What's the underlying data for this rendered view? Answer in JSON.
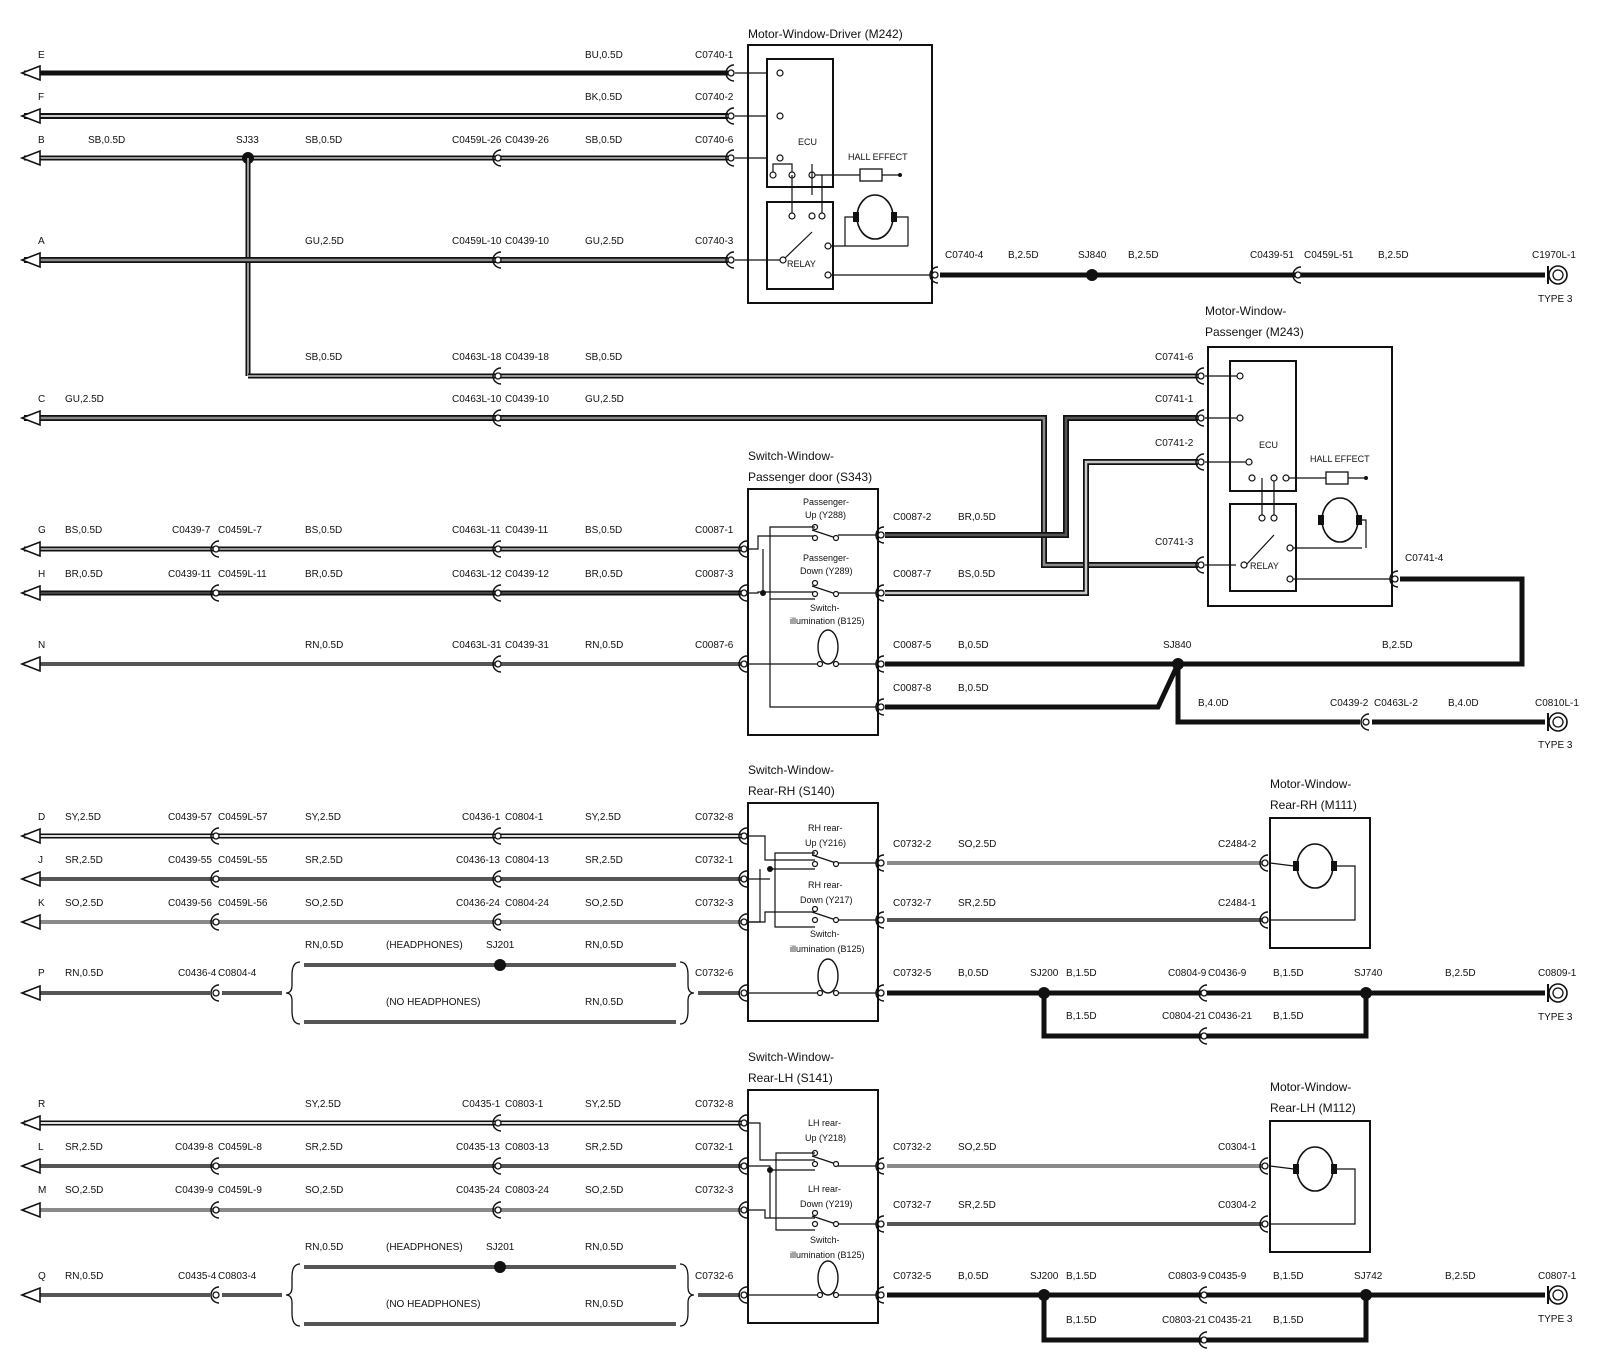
{
  "colors": {
    "black": "#111111",
    "dark_gray": "#555555",
    "mid_gray": "#8a8a8a",
    "light_gray": "#c8c8c8",
    "background": "#ffffff"
  },
  "components": {
    "m242": {
      "name": "Motor-Window-Driver (M242)",
      "ecu": "ECU",
      "relay": "RELAY",
      "hall": "HALL EFFECT"
    },
    "m243": {
      "name_line1": "Motor-Window-",
      "name_line2": "Passenger (M243)",
      "ecu": "ECU",
      "relay": "RELAY",
      "hall": "HALL EFFECT"
    },
    "s343": {
      "name_line1": "Switch-Window-",
      "name_line2": "Passenger door (S343)",
      "up1": "Passenger-",
      "up2": "Up (Y288)",
      "down1": "Passenger-",
      "down2": "Down (Y289)",
      "illum1": "Switch-",
      "illum2": "illumination (B125)"
    },
    "s140": {
      "name_line1": "Switch-Window-",
      "name_line2": "Rear-RH (S140)",
      "up1": "RH rear-",
      "up2": "Up (Y216)",
      "down1": "RH rear-",
      "down2": "Down (Y217)",
      "illum1": "Switch-",
      "illum2": "illumination (B125)"
    },
    "s141": {
      "name_line1": "Switch-Window-",
      "name_line2": "Rear-LH (S141)",
      "up1": "LH rear-",
      "up2": "Up (Y218)",
      "down1": "LH rear-",
      "down2": "Down (Y219)",
      "illum1": "Switch-",
      "illum2": "illumination (B125)"
    },
    "m111": {
      "name_line1": "Motor-Window-",
      "name_line2": "Rear-RH (M111)"
    },
    "m112": {
      "name_line1": "Motor-Window-",
      "name_line2": "Rear-LH (M112)"
    }
  },
  "labels": {
    "E": "E",
    "F": "F",
    "B": "B",
    "A": "A",
    "C": "C",
    "G": "G",
    "H": "H",
    "N": "N",
    "D": "D",
    "J": "J",
    "K": "K",
    "P": "P",
    "R": "R",
    "L": "L",
    "M": "M",
    "Q": "Q",
    "bu05": "BU,0.5D",
    "bk05": "BK,0.5D",
    "sb05": "SB,0.5D",
    "gu25": "GU,2.5D",
    "b25": "B,2.5D",
    "bs05": "BS,0.5D",
    "br05": "BR,0.5D",
    "rn05": "RN,0.5D",
    "b05": "B,0.5D",
    "b40": "B,4.0D",
    "sy25": "SY,2.5D",
    "sr25": "SR,2.5D",
    "so25": "SO,2.5D",
    "b15": "B,1.5D",
    "sj33": "SJ33",
    "sj840": "SJ840",
    "sj201": "SJ201",
    "sj200": "SJ200",
    "sj740": "SJ740",
    "sj742": "SJ742",
    "headphones": "(HEADPHONES)",
    "no_headphones": "(NO HEADPHONES)",
    "type3": "TYPE 3",
    "c0740_1": "C0740-1",
    "c0740_2": "C0740-2",
    "c0740_6": "C0740-6",
    "c0740_3": "C0740-3",
    "c0740_4": "C0740-4",
    "c0459l_26": "C0459L-26",
    "c0439_26": "C0439-26",
    "c0459l_10": "C0459L-10",
    "c0439_10": "C0439-10",
    "c0439_51": "C0439-51",
    "c0459l_51": "C0459L-51",
    "c1970l_1": "C1970L-1",
    "c0463l_18": "C0463L-18",
    "c0439_18": "C0439-18",
    "c0463l_10": "C0463L-10",
    "c0741_6": "C0741-6",
    "c0741_1": "C0741-1",
    "c0741_2": "C0741-2",
    "c0741_3": "C0741-3",
    "c0741_4": "C0741-4",
    "c0439_7": "C0439-7",
    "c0459l_7": "C0459L-7",
    "c0463l_11": "C0463L-11",
    "c0439_11": "C0439-11",
    "c0459l_11": "C0459L-11",
    "c0463l_12": "C0463L-12",
    "c0439_12": "C0439-12",
    "c0463l_31": "C0463L-31",
    "c0439_31": "C0439-31",
    "c0087_1": "C0087-1",
    "c0087_3": "C0087-3",
    "c0087_6": "C0087-6",
    "c0087_2": "C0087-2",
    "c0087_7": "C0087-7",
    "c0087_5": "C0087-5",
    "c0087_8": "C0087-8",
    "c0439_2": "C0439-2",
    "c0463l_2": "C0463L-2",
    "c0810l_1": "C0810L-1",
    "c0439_57": "C0439-57",
    "c0459l_57": "C0459L-57",
    "c0436_1": "C0436-1",
    "c0804_1": "C0804-1",
    "c0439_55": "C0439-55",
    "c0459l_55": "C0459L-55",
    "c0436_13": "C0436-13",
    "c0804_13": "C0804-13",
    "c0439_56": "C0439-56",
    "c0459l_56": "C0459L-56",
    "c0436_24": "C0436-24",
    "c0804_24": "C0804-24",
    "c0436_4": "C0436-4",
    "c0804_4": "C0804-4",
    "c0732_8": "C0732-8",
    "c0732_1": "C0732-1",
    "c0732_3": "C0732-3",
    "c0732_6": "C0732-6",
    "c0732_2": "C0732-2",
    "c0732_7": "C0732-7",
    "c0732_5": "C0732-5",
    "c2484_2": "C2484-2",
    "c2484_1": "C2484-1",
    "c0804_9": "C0804-9",
    "c0436_9": "C0436-9",
    "c0804_21": "C0804-21",
    "c0436_21": "C0436-21",
    "c0809_1": "C0809-1",
    "c0435_1": "C0435-1",
    "c0803_1": "C0803-1",
    "c0439_8": "C0439-8",
    "c0459l_8": "C0459L-8",
    "c0435_13": "C0435-13",
    "c0803_13": "C0803-13",
    "c0439_9": "C0439-9",
    "c0459l_9": "C0459L-9",
    "c0435_24": "C0435-24",
    "c0803_24": "C0803-24",
    "c0435_4": "C0435-4",
    "c0803_4": "C0803-4",
    "c0304_1": "C0304-1",
    "c0304_2": "C0304-2",
    "c0803_9": "C0803-9",
    "c0435_9": "C0435-9",
    "c0803_21": "C0803-21",
    "c0435_21": "C0435-21",
    "c0807_1": "C0807-1"
  }
}
